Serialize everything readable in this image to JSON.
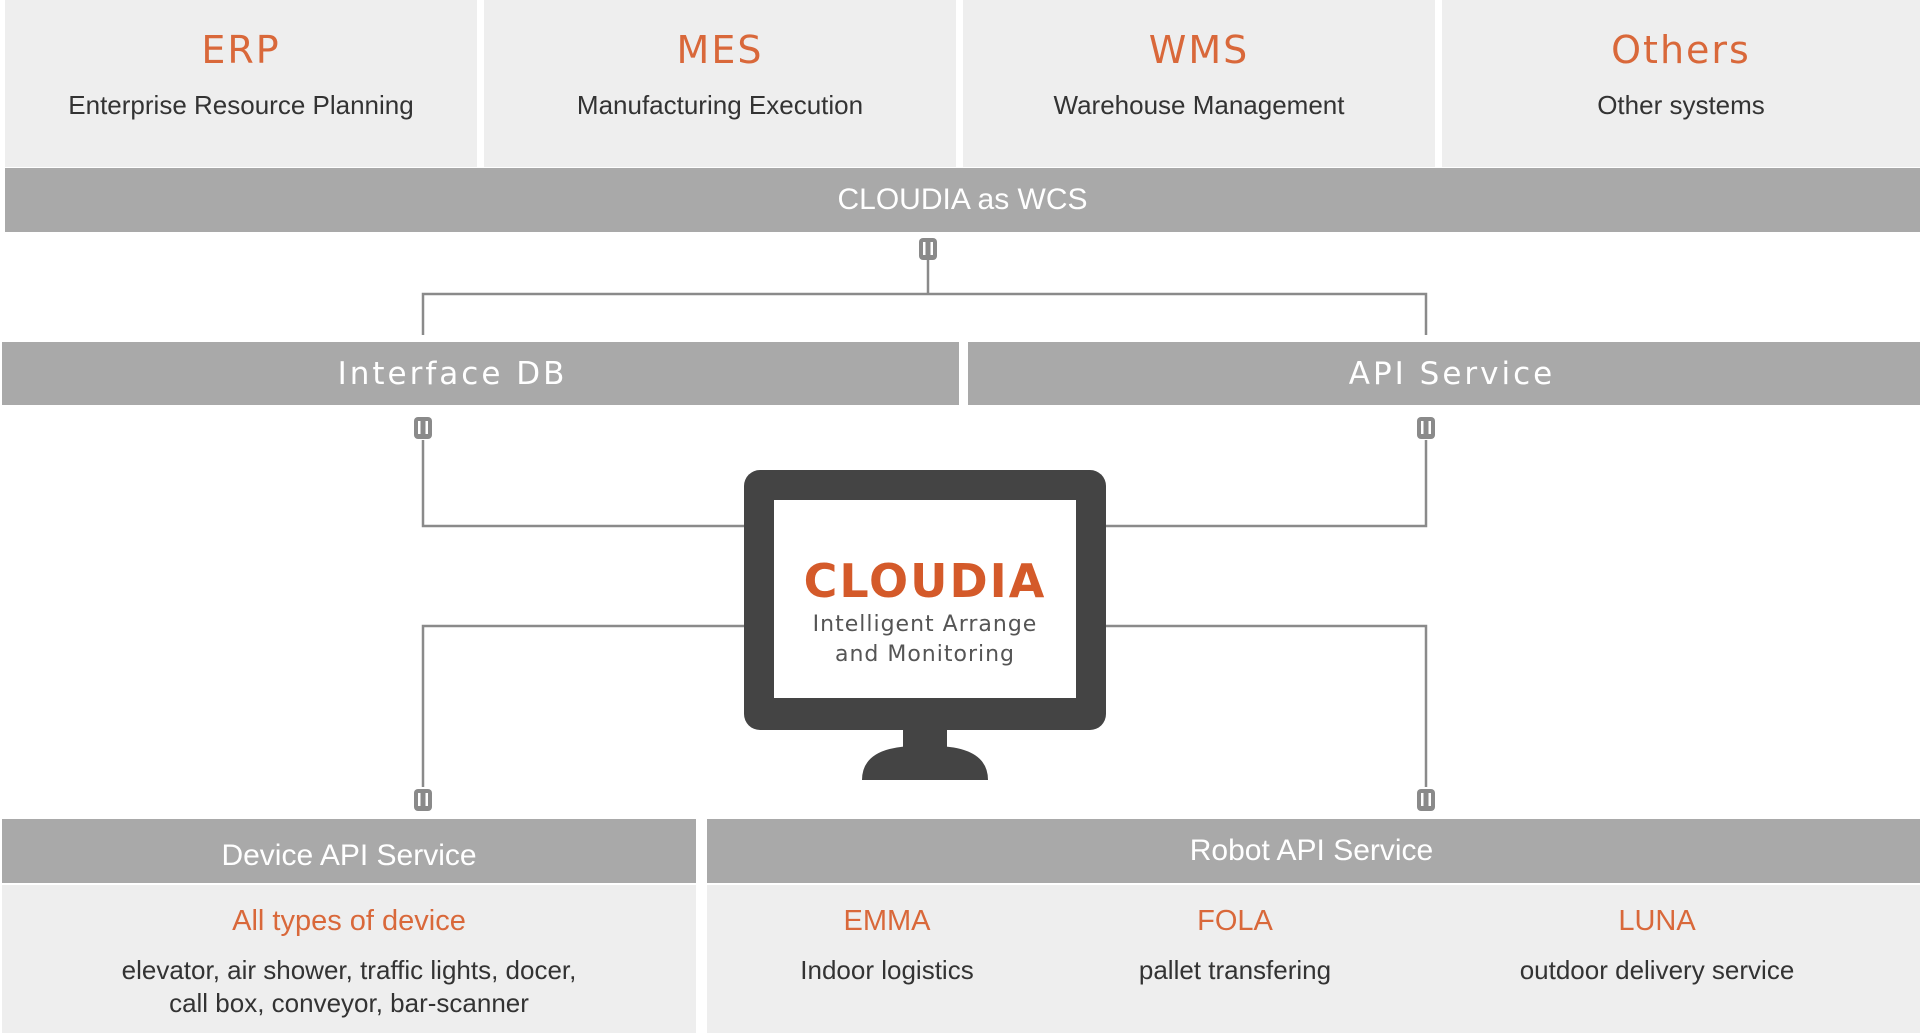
{
  "systems": [
    {
      "abbr": "ERP",
      "name": "Enterprise Resource Planning"
    },
    {
      "abbr": "MES",
      "name": "Manufacturing Execution"
    },
    {
      "abbr": "WMS",
      "name": "Warehouse Management"
    },
    {
      "abbr": "Others",
      "name": "Other systems"
    }
  ],
  "wcs_bar": "CLOUDIA as WCS",
  "interface_db": "Interface DB",
  "api_service": "API Service",
  "monitor": {
    "brand": "CLOUDIA",
    "tagline_1": "Intelligent Arrange",
    "tagline_2": "and Monitoring"
  },
  "device_api": {
    "bar": "Device API Service",
    "title": "All types of device",
    "desc_1": "elevator, air shower, traffic lights, docer,",
    "desc_2": "call box, conveyor, bar-scanner"
  },
  "robot_api": {
    "bar": "Robot API Service",
    "robots": [
      {
        "name": "EMMA",
        "desc": "Indoor logistics"
      },
      {
        "name": "FOLA",
        "desc": "pallet transfering"
      },
      {
        "name": "LUNA",
        "desc": "outdoor delivery service"
      }
    ]
  },
  "colors": {
    "accent": "#d9683a",
    "bar": "#a9a9a9",
    "panel": "#eeeeee",
    "monitor": "#444444"
  }
}
